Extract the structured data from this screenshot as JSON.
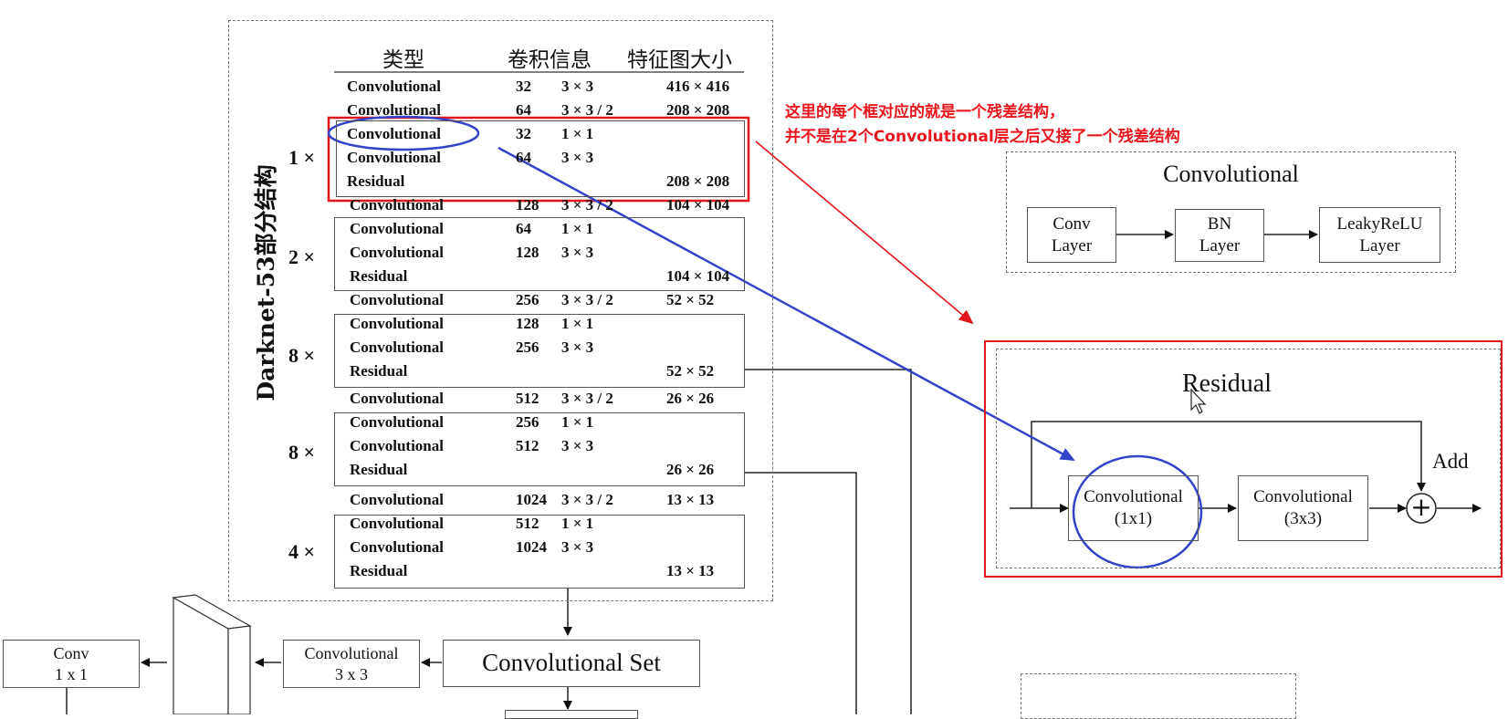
{
  "table": {
    "headers": {
      "type": "类型",
      "conv_info": "卷积信息",
      "feature_size": "特征图大小"
    },
    "vertical_title": "Darknet-53部分结构",
    "rows": [
      {
        "type": "Convolutional",
        "filters": "32",
        "size": "3 × 3",
        "output": "416 × 416"
      },
      {
        "type": "Convolutional",
        "filters": "64",
        "size": "3 × 3 / 2",
        "output": "208 × 208"
      },
      {
        "type": "Convolutional",
        "filters": "32",
        "size": "1 × 1",
        "output": ""
      },
      {
        "type": "Convolutional",
        "filters": "64",
        "size": "3 × 3",
        "output": ""
      },
      {
        "type": "Residual",
        "filters": "",
        "size": "",
        "output": "208 × 208"
      },
      {
        "type": "Convolutional",
        "filters": "128",
        "size": "3 × 3 / 2",
        "output": "104 × 104"
      },
      {
        "type": "Convolutional",
        "filters": "64",
        "size": "1 × 1",
        "output": ""
      },
      {
        "type": "Convolutional",
        "filters": "128",
        "size": "3 × 3",
        "output": ""
      },
      {
        "type": "Residual",
        "filters": "",
        "size": "",
        "output": "104 × 104"
      },
      {
        "type": "Convolutional",
        "filters": "256",
        "size": "3 × 3 / 2",
        "output": "52 × 52"
      },
      {
        "type": "Convolutional",
        "filters": "128",
        "size": "1 × 1",
        "output": ""
      },
      {
        "type": "Convolutional",
        "filters": "256",
        "size": "3 × 3",
        "output": ""
      },
      {
        "type": "Residual",
        "filters": "",
        "size": "",
        "output": "52 × 52"
      },
      {
        "type": "Convolutional",
        "filters": "512",
        "size": "3 × 3 / 2",
        "output": "26 × 26"
      },
      {
        "type": "Convolutional",
        "filters": "256",
        "size": "1 × 1",
        "output": ""
      },
      {
        "type": "Convolutional",
        "filters": "512",
        "size": "3 × 3",
        "output": ""
      },
      {
        "type": "Residual",
        "filters": "",
        "size": "",
        "output": "26 × 26"
      },
      {
        "type": "Convolutional",
        "filters": "1024",
        "size": "3 × 3 / 2",
        "output": "13 × 13"
      },
      {
        "type": "Convolutional",
        "filters": "512",
        "size": "1 × 1",
        "output": ""
      },
      {
        "type": "Convolutional",
        "filters": "1024",
        "size": "3 × 3",
        "output": ""
      },
      {
        "type": "Residual",
        "filters": "",
        "size": "",
        "output": "13 × 13"
      }
    ],
    "multipliers": [
      "1 ×",
      "2 ×",
      "8 ×",
      "8 ×",
      "4 ×"
    ]
  },
  "annotation": {
    "line1": "这里的每个框对应的就是一个残差结构，",
    "line2": "并不是在2个Convolutional层之后又接了一个残差结构",
    "color": "#e8161c"
  },
  "conv_block": {
    "title": "Convolutional",
    "layers": [
      {
        "line1": "Conv",
        "line2": "Layer"
      },
      {
        "line1": "BN",
        "line2": "Layer"
      },
      {
        "line1": "LeakyReLU",
        "line2": "Layer"
      }
    ]
  },
  "residual_block": {
    "title": "Residual",
    "add_label": "Add",
    "add_symbol": "+",
    "conv1": {
      "line1": "Convolutional",
      "line2": "(1x1)"
    },
    "conv2": {
      "line1": "Convolutional",
      "line2": "(3x3)"
    }
  },
  "bottom": {
    "conv_set": "Convolutional  Set",
    "conv3": {
      "line1": "Convolutional",
      "line2": "3 x 3"
    },
    "conv1": {
      "line1": "Conv",
      "line2": "1 x 1"
    }
  },
  "colors": {
    "highlight_red": "#e0161c",
    "highlight_blue": "#3344c8",
    "line": "#222222"
  }
}
